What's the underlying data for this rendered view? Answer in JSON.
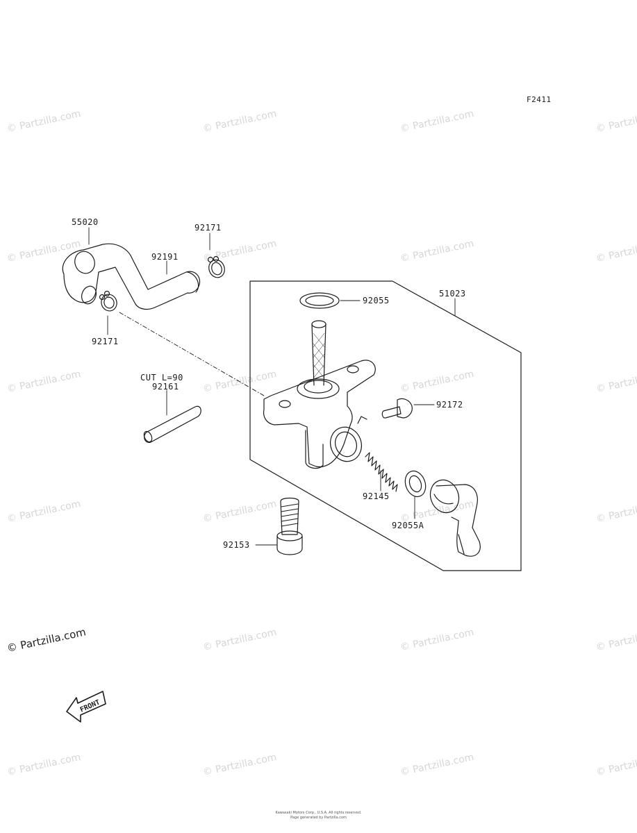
{
  "diagram": {
    "figure_id": "F2411",
    "part_labels": [
      {
        "id": "p55020",
        "text": "55020"
      },
      {
        "id": "p92171a",
        "text": "92171"
      },
      {
        "id": "p92191",
        "text": "92191"
      },
      {
        "id": "p92171b",
        "text": "92171"
      },
      {
        "id": "p92055",
        "text": "92055"
      },
      {
        "id": "p51023",
        "text": "51023"
      },
      {
        "id": "pcut",
        "text": "CUT L=90"
      },
      {
        "id": "p92161",
        "text": "92161"
      },
      {
        "id": "p92172",
        "text": "92172"
      },
      {
        "id": "p92145",
        "text": "92145"
      },
      {
        "id": "p92055A",
        "text": "92055A"
      },
      {
        "id": "p92153",
        "text": "92153"
      }
    ],
    "front_arrow_text": "FRONT"
  },
  "watermark": {
    "text": "© Partzilla.com",
    "dark_text": "© Partzilla.com"
  },
  "footer": {
    "line1": "Kawasaki Motors Corp., U.S.A. All rights reserved.",
    "line2": "Page generated by Partzilla.com"
  },
  "colors": {
    "line": "#1a1a1a",
    "watermark": "#d6d6d6",
    "background": "#ffffff"
  }
}
